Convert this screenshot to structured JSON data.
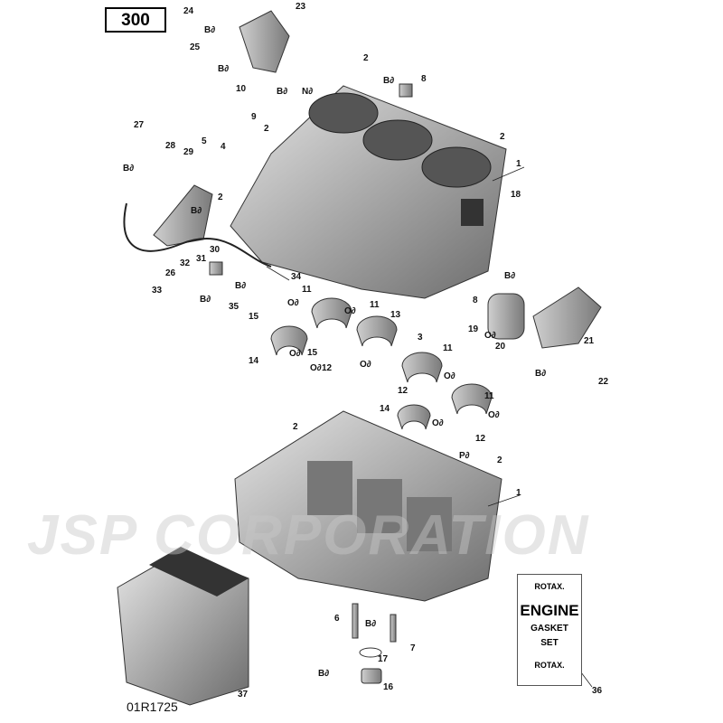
{
  "page_number": "300",
  "reference_code": "01R1725",
  "watermark": "JSP CORPORATION",
  "gasket_kit": {
    "brand_top": "ROTAX.",
    "title": "ENGINE",
    "line1": "GASKET",
    "line2": "SET",
    "brand_bottom": "ROTAX."
  },
  "callouts": [
    "24",
    "23",
    "25",
    "2",
    "8",
    "10",
    "9",
    "2",
    "27",
    "28",
    "29",
    "5",
    "4",
    "2",
    "1",
    "18",
    "2",
    "30",
    "31",
    "32",
    "26",
    "34",
    "33",
    "35",
    "11",
    "11",
    "13",
    "8",
    "15",
    "3",
    "19",
    "20",
    "21",
    "11",
    "14",
    "15",
    "12",
    "12",
    "11",
    "22",
    "14",
    "12",
    "2",
    "2",
    "1",
    "6",
    "7",
    "17",
    "16",
    "37",
    "36"
  ],
  "symbols": [
    "B",
    "B",
    "B",
    "N",
    "B",
    "B",
    "B",
    "B",
    "B",
    "B",
    "O",
    "O",
    "O",
    "O",
    "O",
    "O",
    "O",
    "O",
    "O",
    "B",
    "P",
    "B",
    "B"
  ]
}
